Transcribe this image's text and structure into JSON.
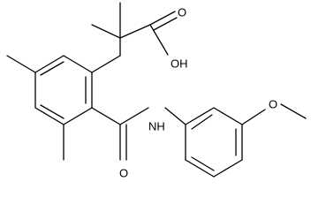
{
  "atom_labels": {
    "carbonyl_oxygen_acid": "O",
    "hydroxyl": "OH",
    "amide_nitrogen": "NH",
    "carbonyl_oxygen_amide": "O",
    "methoxy_oxygen": "O"
  }
}
